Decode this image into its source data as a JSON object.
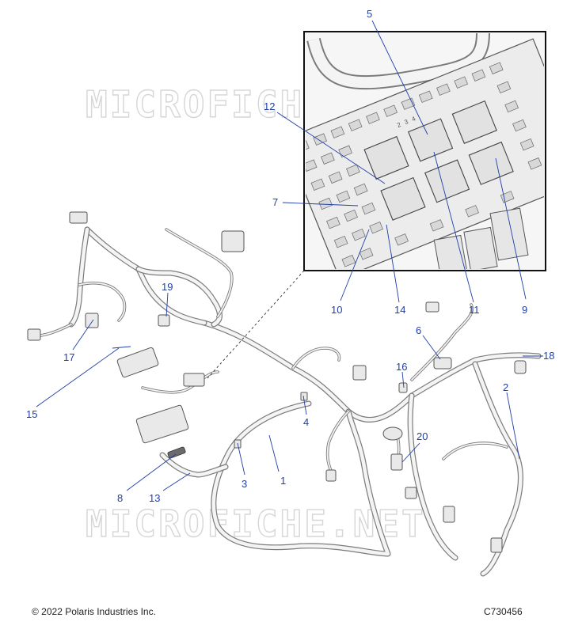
{
  "watermark": "MICROFICHE.NET",
  "footer": {
    "copyright": "© 2022 Polaris Industries Inc.",
    "figure_code": "C730456"
  },
  "callouts": {
    "c1": "1",
    "c2": "2",
    "c3": "3",
    "c4": "4",
    "c5": "5",
    "c6": "6",
    "c7": "7",
    "c8": "8",
    "c9": "9",
    "c10": "10",
    "c11": "11",
    "c12": "12",
    "c13": "13",
    "c14": "14",
    "c15": "15",
    "c16": "16",
    "c17": "17",
    "c18": "18",
    "c19": "19",
    "c20": "20"
  },
  "fuse_labels": [
    "2",
    "3",
    "4"
  ]
}
